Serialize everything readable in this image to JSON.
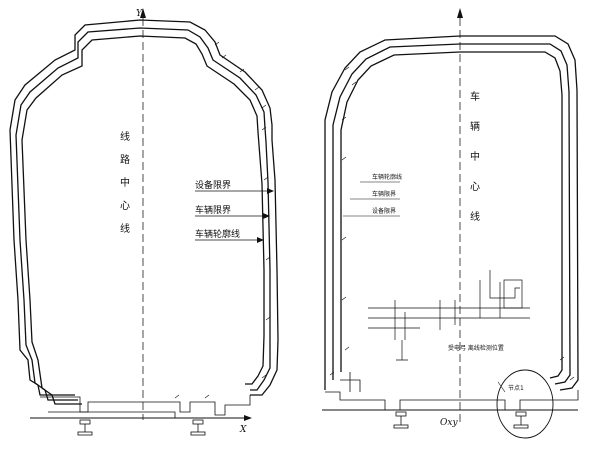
{
  "left_diagram": {
    "axis_y": "Y",
    "axis_x": "X",
    "center_label": [
      "线",
      "路",
      "中",
      "心",
      "线"
    ],
    "leaders": [
      {
        "label": "设备限界"
      },
      {
        "label": "车辆限界"
      },
      {
        "label": "车辆轮廓线"
      }
    ]
  },
  "right_diagram": {
    "center_label": [
      "车",
      "辆",
      "中",
      "心",
      "线"
    ],
    "axis_x": "Oxy",
    "leaders": [
      {
        "label": "车辆轮廓线"
      },
      {
        "label": "车辆限界"
      },
      {
        "label": "设备限界"
      }
    ],
    "detail_caption": "受电弓 离线检测位置",
    "callout": "节点1"
  },
  "colors": {
    "line": "#111111",
    "background": "#ffffff"
  }
}
